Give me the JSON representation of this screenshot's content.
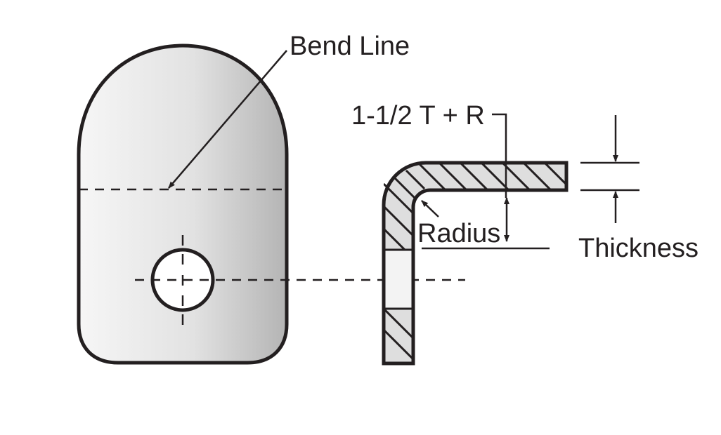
{
  "labels": {
    "bend_line": "Bend Line",
    "dimension": "1-1/2 T + R",
    "radius": "Radius",
    "thickness": "Thickness"
  },
  "colors": {
    "stroke": "#231f20",
    "hatch_fill": "#dcdcdc",
    "plate_light": "#f4f4f4",
    "plate_dark": "#b9b9b9",
    "background": "#ffffff"
  }
}
